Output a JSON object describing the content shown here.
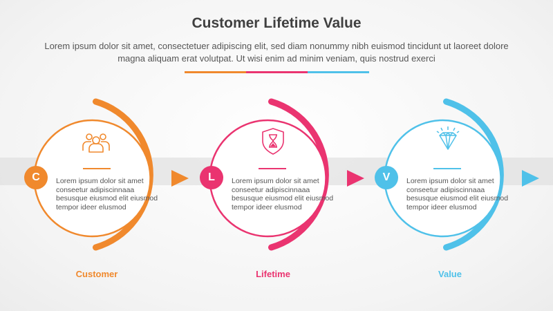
{
  "title": "Customer Lifetime Value",
  "subtitle": "Lorem ipsum dolor sit amet, consectetuer adipiscing elit, sed diam nonummy nibh euismod tincidunt ut laoreet dolore magna aliquam erat volutpat. Ut wisi enim ad minim veniam, quis nostrud exerci",
  "colors": {
    "orange": "#f0892d",
    "pink": "#ea3470",
    "blue": "#4fc1e9"
  },
  "steps": [
    {
      "letter": "C",
      "label": "Customer",
      "icon": "people-group-icon",
      "color": "#f0892d",
      "text": "Lorem ipsum dolor sit amet conseetur adipiscinnaaa besusque eiusmod elit eiusmod tempor ideer elusmod"
    },
    {
      "letter": "L",
      "label": "Lifetime",
      "icon": "shield-hourglass-icon",
      "color": "#ea3470",
      "text": "Lorem ipsum dolor sit amet conseetur adipiscinnaaa besusque eiusmod elit eiusmod tempor ideer elusmod"
    },
    {
      "letter": "V",
      "label": "Value",
      "icon": "diamond-icon",
      "color": "#4fc1e9",
      "text": "Lorem ipsum dolor sit amet conseetur adipiscinnaaa besusque eiusmod elit eiusmod tempor ideer elusmod"
    }
  ]
}
